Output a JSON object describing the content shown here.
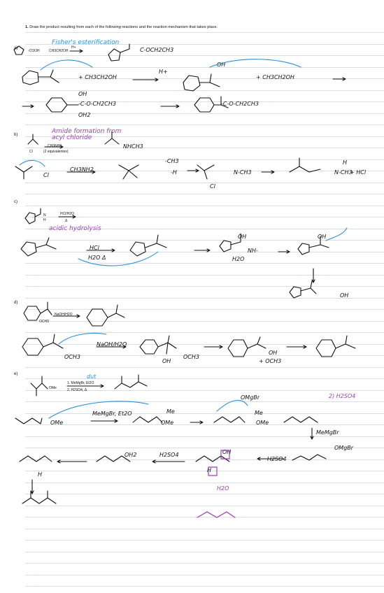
{
  "question": {
    "number": "1.",
    "text": "Draw the product resulting from each of the following reactions and the reaction mechanism that takes place."
  },
  "parts": [
    {
      "label": "a)",
      "title": "Fisher's esterification",
      "printed": [
        "-COOH",
        "CH3CH2OH",
        "H+"
      ],
      "notes": [
        "C-OCH2CH3",
        "+ CH3CH2OH",
        "H+",
        "OH",
        "+ CH3CH2OH",
        "-C-O-CH2CH3",
        "-C-O-CH2CH3",
        "OH",
        "OH2"
      ]
    },
    {
      "label": "b)",
      "title": "Amide formation from acyl chloride",
      "printed": [
        "CH3NH2",
        "Cl",
        "(2 equivalentes)"
      ],
      "notes": [
        "NHCH3",
        "CH3NH2",
        "-CH3",
        "-H",
        "Cl",
        "N-CH3",
        "H",
        "Cl",
        "N-CH3",
        "+ HCl"
      ]
    },
    {
      "label": "c)",
      "title": "acidic hydrolysis",
      "printed": [
        "HCl/H2O",
        "Δ",
        "N",
        "H"
      ],
      "notes": [
        "HCl",
        "H2O Δ",
        "OH",
        "NH-",
        "H2O",
        "OH",
        "OH"
      ]
    },
    {
      "label": "d)",
      "title": "",
      "printed": [
        "NaOH/H2O",
        "OCH3"
      ],
      "notes": [
        "OCH3",
        "NaOH/H2O",
        "OH",
        "OCH3",
        "OH",
        "+ OCH3"
      ]
    },
    {
      "label": "e)",
      "title": "",
      "printed": [
        "1. MeMgBr, Et2O",
        "2. H2SO4, Δ",
        "OMe"
      ],
      "notes": [
        "dut",
        "OMe",
        "MeMgBr, Et2O",
        "Me",
        "OMe",
        "OMgBr",
        "Me",
        "OMe",
        "2) H2SO4",
        "MeMgBr",
        "OMgBr",
        "H2SO4",
        "OH",
        "H",
        "H2SO4",
        "H2O",
        "OH2",
        "H"
      ]
    }
  ],
  "colors": {
    "ink": "#111111",
    "blue": "#2a8fd6",
    "purple": "#9a3fb5",
    "rule": "#d8dde6"
  }
}
